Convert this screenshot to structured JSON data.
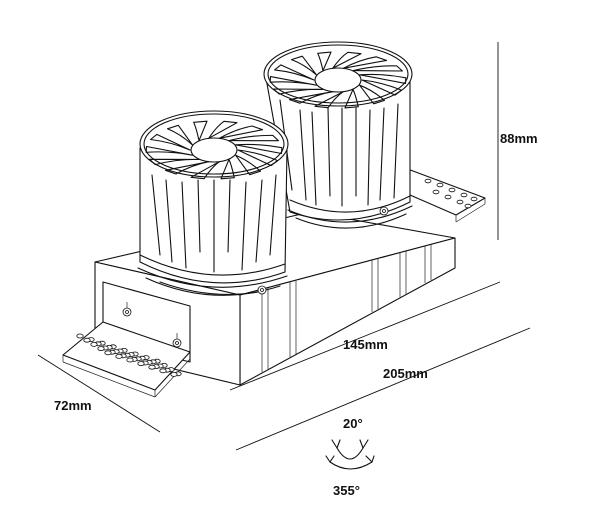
{
  "dimensions": {
    "height": "88mm",
    "inner_length": "145mm",
    "outer_length": "205mm",
    "depth": "72mm"
  },
  "angles": {
    "tilt": "20°",
    "rotation": "355°"
  },
  "parts": [
    "housing-box",
    "heatsink-left",
    "heatsink-right",
    "mounting-plate-left",
    "mounting-plate-right",
    "spring-clip-left",
    "spring-clip-right"
  ]
}
